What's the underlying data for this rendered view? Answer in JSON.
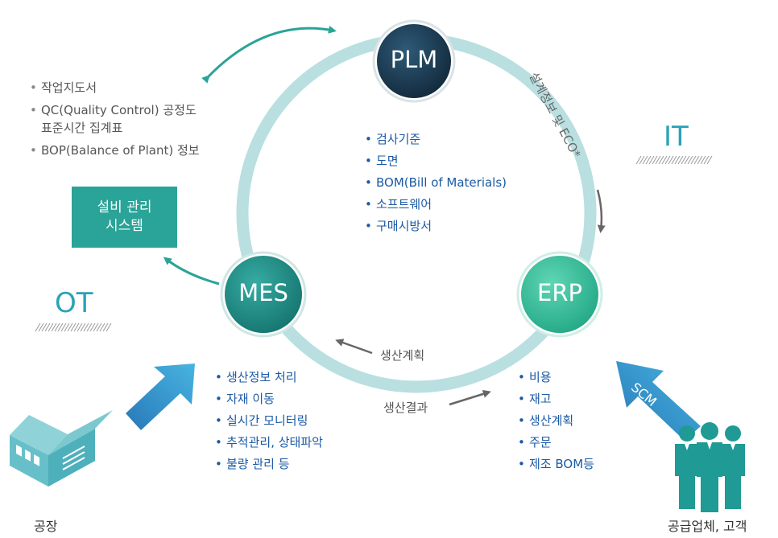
{
  "nodes": {
    "plm": {
      "label": "PLM"
    },
    "mes": {
      "label": "MES"
    },
    "erp": {
      "label": "ERP"
    }
  },
  "plm_list": [
    "검사기준",
    "도면",
    "BOM(Bill of Materials)",
    "소프트웨어",
    "구매시방서"
  ],
  "mes_list": [
    "생산정보 처리",
    "자재 이동",
    "실시간 모니터링",
    "추적관리, 상태파악",
    "불량 관리 등"
  ],
  "erp_list": [
    "비용",
    "재고",
    "생산계획",
    "주문",
    "제조 BOM등"
  ],
  "left_list": {
    "item1": "작업지도서",
    "item2_line1": "QC(Quality Control) 공정도",
    "item2_line2": "표준시간 집계표",
    "item3": "BOP(Balance of Plant) 정보"
  },
  "equipment_box": {
    "line1": "설비 관리",
    "line2": "시스템"
  },
  "zones": {
    "it": "IT",
    "ot": "OT"
  },
  "flow_labels": {
    "design_eco": "설계정보 및 ECO*",
    "production_plan": "생산계획",
    "production_result": "생산결과",
    "scm": "SCM"
  },
  "captions": {
    "factory": "공장",
    "suppliers": "공급업체, 고객"
  },
  "colors": {
    "ring": "#b9dfe0",
    "plm": "#1c3f57",
    "mes": "#23958d",
    "erp": "#3dc3a0",
    "arrow_teal": "#2aa398",
    "arrow_gray": "#666666",
    "list_blue": "#1b5aa3",
    "zone_blue": "#2aa2b8",
    "factory": "#67c0c9",
    "people": "#1f9a94",
    "big_arrow": "#3aa0d6"
  }
}
